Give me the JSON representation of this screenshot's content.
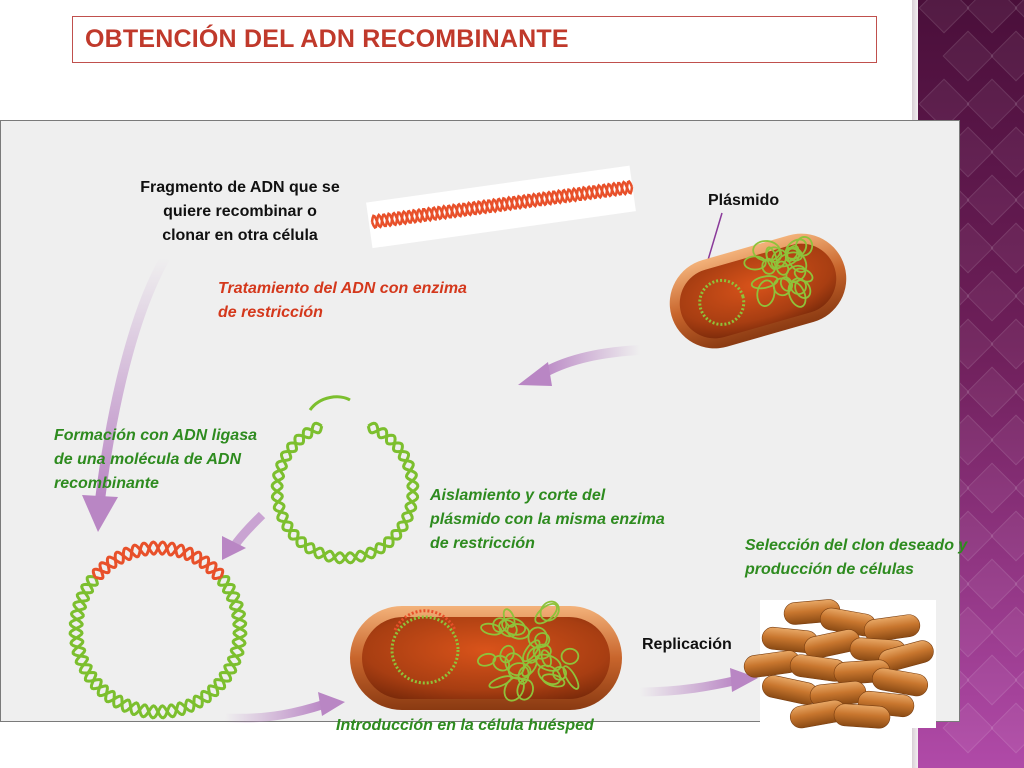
{
  "title": "OBTENCIÓN DEL ADN RECOMBINANTE",
  "labels": {
    "fragment": "Fragmento de ADN que se quiere recombinar o clonar en otra célula",
    "plasmid": "Plásmido",
    "treatment": "Tratamiento del ADN con enzima de restricción",
    "ligase": "Formación con ADN ligasa de una molécula de ADN recombinante",
    "isolation": "Aislamiento y corte del plásmido con la misma enzima de restricción",
    "selection": "Selección del clon deseado y producción de células",
    "replication": "Replicación",
    "introduction": "Introducción en la célula huésped"
  },
  "colors": {
    "title": "#c0392b",
    "dna_green": "#7cbf2e",
    "dna_red": "#e8502a",
    "bacterium": "#a8481a",
    "arrow": "#b986c4",
    "side_panel": "#6e1f5a"
  }
}
